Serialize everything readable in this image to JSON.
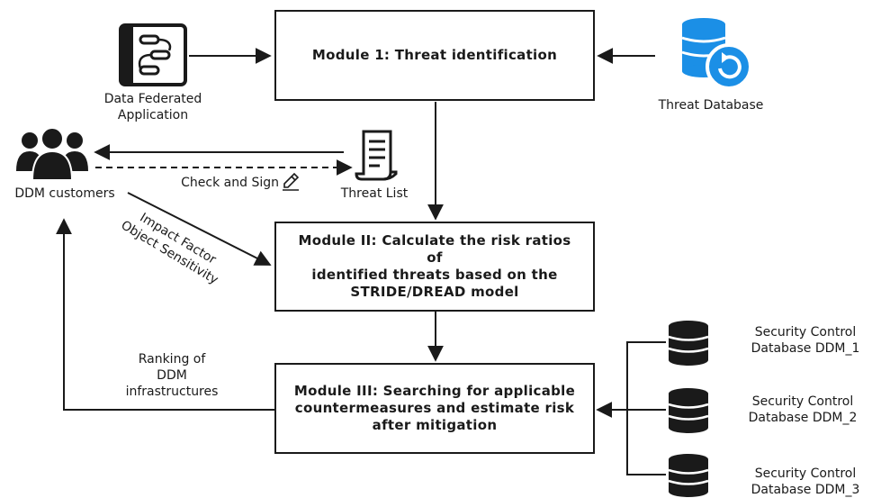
{
  "modules": {
    "m1": "Module 1: Threat identification",
    "m2": [
      "Module II: Calculate the risk ratios of",
      "identified threats based on the",
      "STRIDE/DREAD model"
    ],
    "m3": [
      "Module III: Searching for applicable",
      "countermeasures  and estimate risk",
      "after mitigation"
    ]
  },
  "labels": {
    "app": [
      "Data Federated",
      "Application"
    ],
    "threat_db": "Threat Database",
    "customers": "DDM customers",
    "threat_list": "Threat List",
    "check_sign": "Check and Sign",
    "impact": [
      "Impact Factor",
      "Object Sensitivity"
    ],
    "ranking": [
      "Ranking of",
      "DDM",
      "infrastructures"
    ],
    "sc_db": [
      [
        "Security Control",
        "Database DDM_1"
      ],
      [
        "Security Control",
        "Database DDM_2"
      ],
      [
        "Security Control",
        "Database DDM_3"
      ]
    ]
  },
  "colors": {
    "line": "#1a1a1a",
    "accent_blue": "#1b8fe6"
  },
  "icons": [
    "app-flow-icon",
    "database-sync-icon",
    "users-group-icon",
    "document-list-icon",
    "pencil-icon",
    "database-icon"
  ]
}
